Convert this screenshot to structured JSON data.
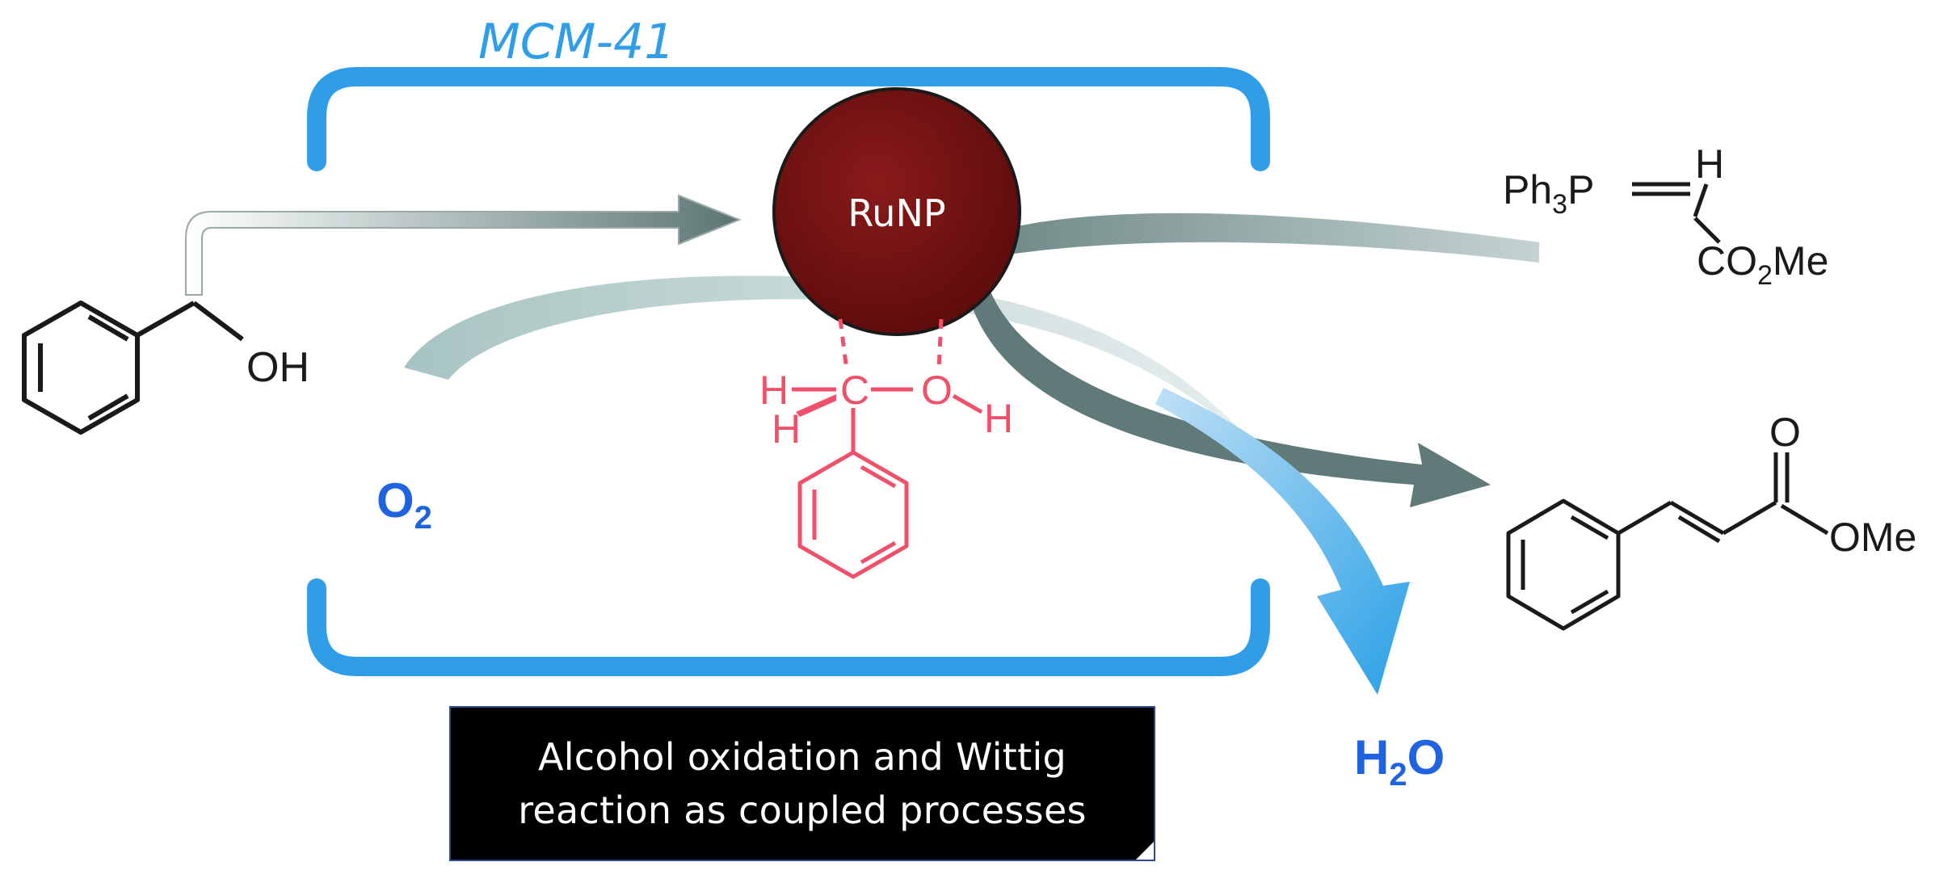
{
  "support_label": "MCM-41",
  "catalyst_label": "RuNP",
  "reactant_alcohol": {
    "group": "OH"
  },
  "oxidant": {
    "main": "O",
    "sub": "2"
  },
  "ylide": {
    "h": "H",
    "ph": "Ph",
    "ph_sub": "3",
    "p": "P",
    "co": "CO",
    "co_sub": "2",
    "me": "Me"
  },
  "product": {
    "ome": "OMe",
    "o": "O"
  },
  "water": {
    "h": "H",
    "sub": "2",
    "o": "O"
  },
  "adsorbed_intermediate": {
    "h1": "H",
    "h2": "H",
    "c": "C",
    "o": "O",
    "h3": "H"
  },
  "caption": {
    "line1": "Alcohol oxidation and Wittig",
    "line2": "reaction as coupled processes"
  },
  "colors": {
    "support_blue": "#2f9de8",
    "label_blue": "#1f63e0",
    "catalyst_red": "#7a1212",
    "intermediate_red": "#f0506a",
    "arrow_gray": "#5f7a78",
    "structure_black": "#1a1a1a"
  }
}
